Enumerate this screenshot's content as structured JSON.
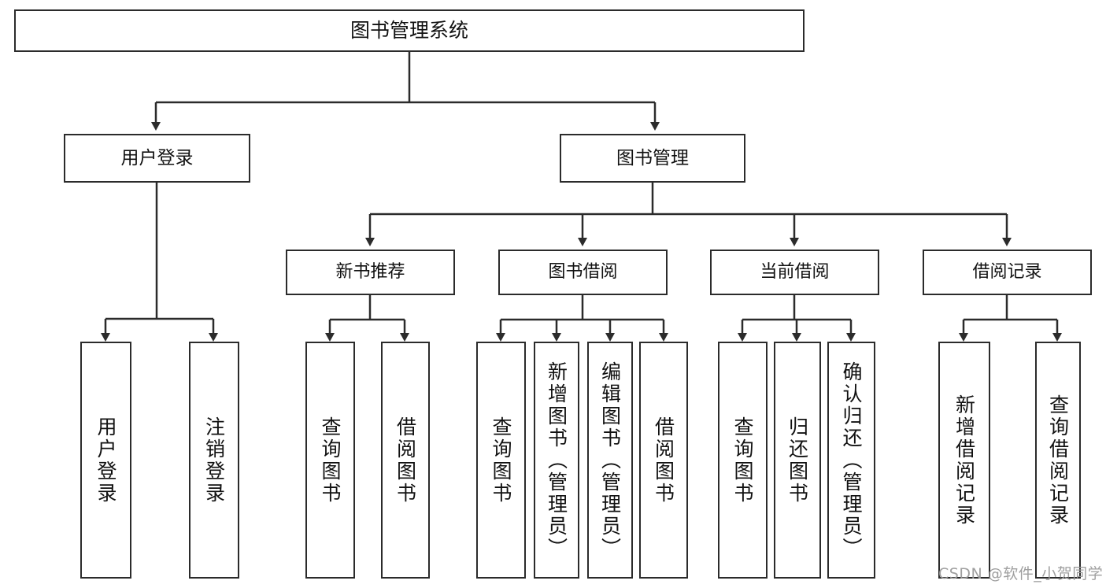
{
  "diagram": {
    "title": "图书管理系统",
    "root": {
      "label": "图书管理系统"
    },
    "level2": [
      {
        "label": "用户登录"
      },
      {
        "label": "图书管理"
      }
    ],
    "level3": [
      {
        "label": "新书推荐"
      },
      {
        "label": "图书借阅"
      },
      {
        "label": "当前借阅"
      },
      {
        "label": "借阅记录"
      }
    ],
    "leaves": {
      "user_login": [
        {
          "label": "用户登录"
        },
        {
          "label": "注销登录"
        }
      ],
      "new_book_recommend": [
        {
          "label": "查询图书"
        },
        {
          "label": "借阅图书"
        }
      ],
      "book_borrow": [
        {
          "label": "查询图书"
        },
        {
          "label": "新增图书（管理员）"
        },
        {
          "label": "编辑图书（管理员）"
        },
        {
          "label": "借阅图书"
        }
      ],
      "current_borrow": [
        {
          "label": "查询图书"
        },
        {
          "label": "归还图书"
        },
        {
          "label": "确认归还（管理员）"
        }
      ],
      "borrow_record": [
        {
          "label": "新增借阅记录"
        },
        {
          "label": "查询借阅记录"
        }
      ]
    }
  },
  "watermark": {
    "text": "CSDN @软件_小贺同学"
  },
  "colors": {
    "stroke": "#2b2b2b",
    "background": "#ffffff",
    "text": "#111111",
    "watermark": "#9a9a9a"
  }
}
